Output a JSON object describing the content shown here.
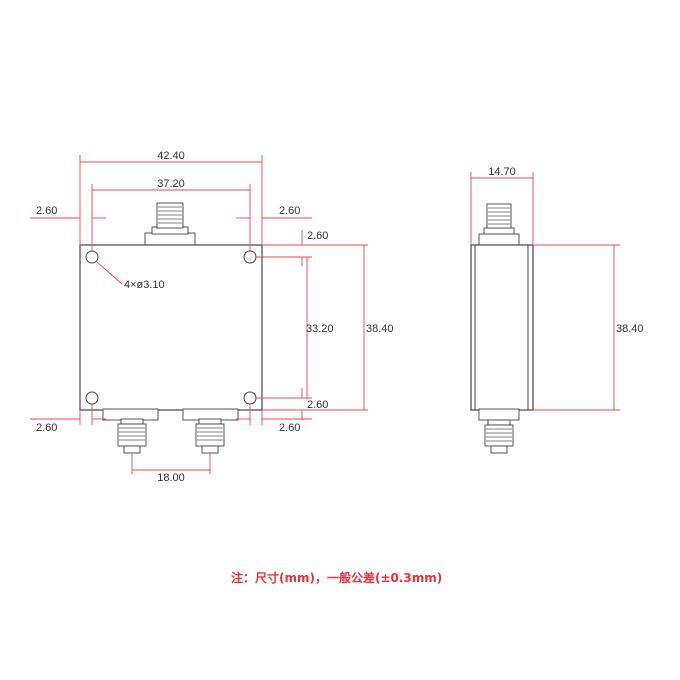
{
  "dimensions": {
    "front_width_overall": "42.40",
    "front_hole_spacing_x": "37.20",
    "edge_top_left": "2.60",
    "edge_top_right": "2.60",
    "edge_right_upper": "2.60",
    "edge_right_lower": "2.60",
    "edge_bottom_left": "2.60",
    "edge_bottom_right": "2.60",
    "hole_spacing_y": "33.20",
    "height_overall": "38.40",
    "hole_callout": "4×ø3.10",
    "port_spacing": "18.00",
    "side_width": "14.70",
    "side_height": "38.40"
  },
  "note": "注：尺寸(mm)，一般公差(±0.3mm)",
  "colors": {
    "dimension_line": "#e8474f",
    "note_text": "#e8323a",
    "outline": "#444444"
  }
}
